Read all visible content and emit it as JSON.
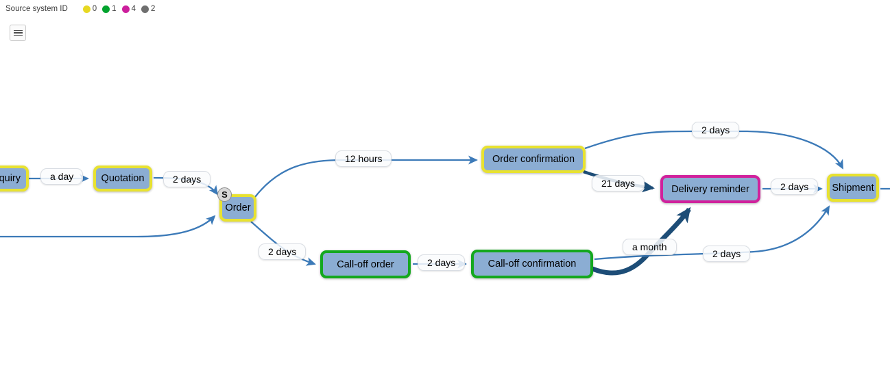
{
  "legend": {
    "title": "Source system ID",
    "entries": [
      {
        "label": "0",
        "color": "#e7d822"
      },
      {
        "label": "1",
        "color": "#03a32e"
      },
      {
        "label": "4",
        "color": "#cc1f9c"
      },
      {
        "label": "2",
        "color": "#6f6f6f"
      }
    ]
  },
  "toolbar": {
    "menu_icon": "hamburger-menu"
  },
  "diagram": {
    "nodes": [
      {
        "id": "inquiry",
        "label": "quiry",
        "border_color": "#e8e230",
        "source_system": "0"
      },
      {
        "id": "quotation",
        "label": "Quotation",
        "border_color": "#e8e230",
        "source_system": "0"
      },
      {
        "id": "order",
        "label": "Order",
        "border_color": "#e8e230",
        "source_system": "0",
        "badge": "S"
      },
      {
        "id": "order-confirmation",
        "label": "Order confirmation",
        "border_color": "#e8e230",
        "source_system": "0"
      },
      {
        "id": "delivery-reminder",
        "label": "Delivery reminder",
        "border_color": "#d0219c",
        "source_system": "4"
      },
      {
        "id": "shipment",
        "label": "Shipment",
        "border_color": "#e8e230",
        "source_system": "0"
      },
      {
        "id": "call-off-order",
        "label": "Call-off order",
        "border_color": "#14a81e",
        "source_system": "1"
      },
      {
        "id": "call-off-confirmation",
        "label": "Call-off confirmation",
        "border_color": "#14a81e",
        "source_system": "1"
      }
    ],
    "edges": [
      {
        "from": "inquiry",
        "to": "quotation",
        "label": "a day",
        "style": "normal"
      },
      {
        "from": "quotation",
        "to": "order",
        "label": "2 days",
        "style": "normal"
      },
      {
        "from": "offscreen-left",
        "to": "order",
        "label": "",
        "style": "normal"
      },
      {
        "from": "order",
        "to": "order-confirmation",
        "label": "12 hours",
        "style": "normal"
      },
      {
        "from": "order-confirmation",
        "to": "shipment",
        "label": "2 days",
        "style": "normal"
      },
      {
        "from": "order-confirmation",
        "to": "delivery-reminder",
        "label": "21 days",
        "style": "thick-dark"
      },
      {
        "from": "delivery-reminder",
        "to": "shipment",
        "label": "2 days",
        "style": "normal"
      },
      {
        "from": "order",
        "to": "call-off-order",
        "label": "2 days",
        "style": "normal"
      },
      {
        "from": "call-off-order",
        "to": "call-off-confirmation",
        "label": "2 days",
        "style": "normal"
      },
      {
        "from": "call-off-confirmation",
        "to": "delivery-reminder",
        "label": "a month",
        "style": "thick-dark"
      },
      {
        "from": "call-off-confirmation",
        "to": "shipment",
        "label": "2 days",
        "style": "normal"
      },
      {
        "from": "shipment",
        "to": "offscreen-right",
        "label": "",
        "style": "normal"
      }
    ],
    "colors": {
      "node_fill": "#8badd3",
      "edge_normal": "#3c7ab8",
      "edge_thick_dark": "#1d4d77",
      "border_yellow": "#e8e230",
      "border_green": "#14a81e",
      "border_magenta": "#d0219c"
    }
  }
}
